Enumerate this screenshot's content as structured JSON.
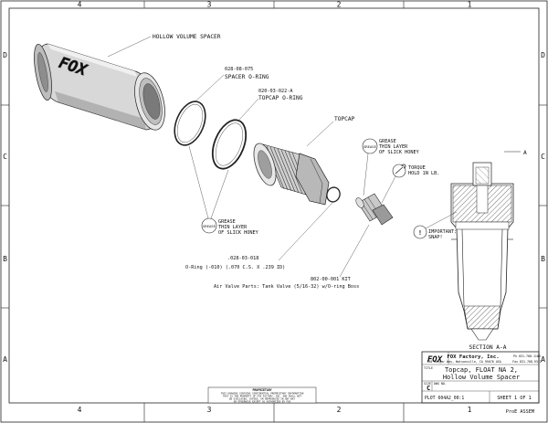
{
  "border": {
    "columns": [
      "4",
      "3",
      "2",
      "1"
    ],
    "rows": [
      "D",
      "C",
      "B",
      "A"
    ]
  },
  "callouts": {
    "hollow_volume_spacer": "HOLLOW VOLUME SPACER",
    "spacer_oring_pn": "028-08-075",
    "spacer_oring": "SPACER O-RING",
    "topcap_oring_pn": "020-03-022-A",
    "topcap_oring": "TOPCAP O-RING",
    "topcap": "TOPCAP",
    "grease_left": [
      "GREASE",
      "THIN LAYER",
      "OF SLICK HONEY"
    ],
    "grease_right": [
      "GREASE",
      "THIN LAYER",
      "OF SLICK HONEY"
    ],
    "torque": [
      "TORQUE",
      "HOLD 1N LB."
    ],
    "important_snap": [
      "IMPORTANT:",
      "SNAP!"
    ],
    "oring_pn": ".028-03-018",
    "oring_desc": "O-Ring (-010) (.070 C.S. X .239 ID)",
    "valve_pn": "802-00-001 KIT",
    "valve_desc": "Air Valve Parts: Tank Valve (5/16-32) w/O-ring Boss",
    "section_label": "SECTION  A-A",
    "section_marker": "A"
  },
  "title_block": {
    "company": "FOX Factory, Inc.",
    "address": "130 Hangar Way, Watsonville, CA 95076 USA",
    "phone": "Ph 831-768-1100",
    "fax": "Fax 831-768-9312",
    "title_label": "TITLE",
    "title_line1": "Topcap, FLOAT NA 2,",
    "title_line2": "Hollow Volume Spacer",
    "size_label": "SIZE",
    "dwg_label": "DWG NO.",
    "size": "C",
    "file": "PLOT 604A2_00:1",
    "sheet": "SHEET 1 OF 1",
    "proe": "ProE ASSEM"
  },
  "proprietary_notice": [
    "PROPRIETARY",
    "THIS DRAWING CONTAINS CONFIDENTIAL PROPRIETARY INFORMATION",
    "THAT IS THE PROPERTY OF FOX FACTORY, INC. AND SHALL NOT",
    "BE DISCLOSED, COPIED, OR REPRODUCED IN ANY WAY",
    "OR OTHERWISE EXCEPT AS AUTHORIZED BY FOX"
  ],
  "icons": {
    "grease_stamp": "GREASE",
    "logo": "FOX"
  }
}
